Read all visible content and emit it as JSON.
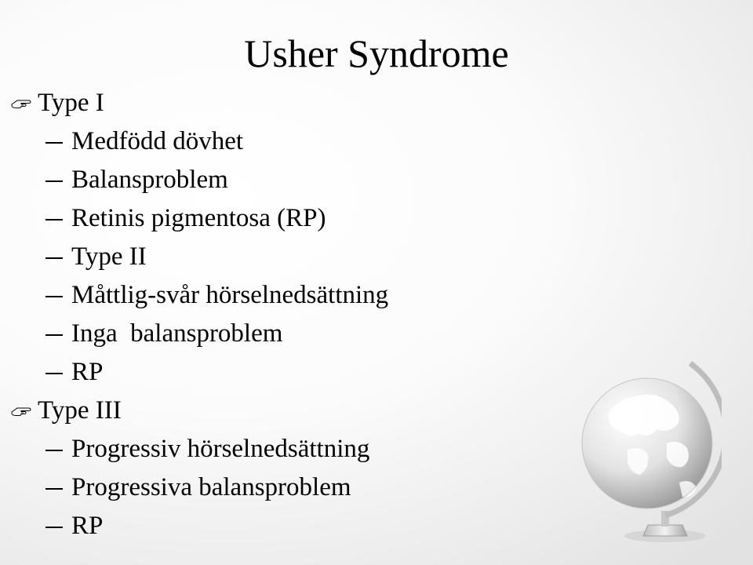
{
  "title": "Usher Syndrome",
  "lines": [
    {
      "level": 1,
      "text": "Type I"
    },
    {
      "level": 2,
      "text": "Medfödd dövhet"
    },
    {
      "level": 2,
      "text": "Balansproblem"
    },
    {
      "level": 2,
      "text": "Retinis pigmentosa (RP)"
    },
    {
      "level": 2,
      "text": "Type II"
    },
    {
      "level": 2,
      "text": "Måttlig-svår hörselnedsättning"
    },
    {
      "level": 2,
      "text": "Inga  balansproblem"
    },
    {
      "level": 2,
      "text": "RP"
    },
    {
      "level": 1,
      "text": "Type III"
    },
    {
      "level": 2,
      "text": "Progressiv hörselnedsättning"
    },
    {
      "level": 2,
      "text": "Progressiva balansproblem"
    },
    {
      "level": 2,
      "text": "RP"
    }
  ],
  "icons": {
    "bullet": "pointing-hand-icon",
    "sub_bullet": "dash-icon",
    "decoration": "globe-icon"
  }
}
